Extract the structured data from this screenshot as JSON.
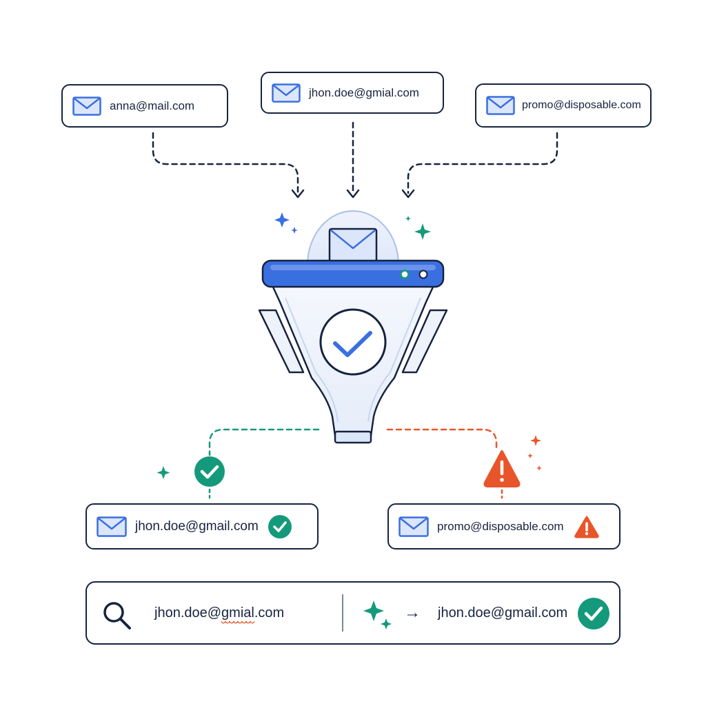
{
  "inputs": {
    "left": "anna@mail.com",
    "center": "jhon.doe@gmial.com",
    "right": "promo@disposable.com"
  },
  "outputs": {
    "valid": "jhon.doe@gmail.com",
    "flagged": "promo@disposable.com"
  },
  "correction": {
    "input_prefix": "jhon.doe@",
    "input_misspelled": "gmial",
    "input_suffix": ".com",
    "arrow": "→",
    "output": "jhon.doe@gmail.com"
  },
  "colors": {
    "navy": "#16233f",
    "accent_blue": "#3a6fe0",
    "success_green": "#149a7a",
    "warning_orange": "#e8552a",
    "envelope_fill": "#dbe6fb"
  },
  "icons": [
    "envelope-icon",
    "check-circle-icon",
    "warning-triangle-icon",
    "search-icon",
    "sparkle-icon",
    "funnel-icon"
  ]
}
